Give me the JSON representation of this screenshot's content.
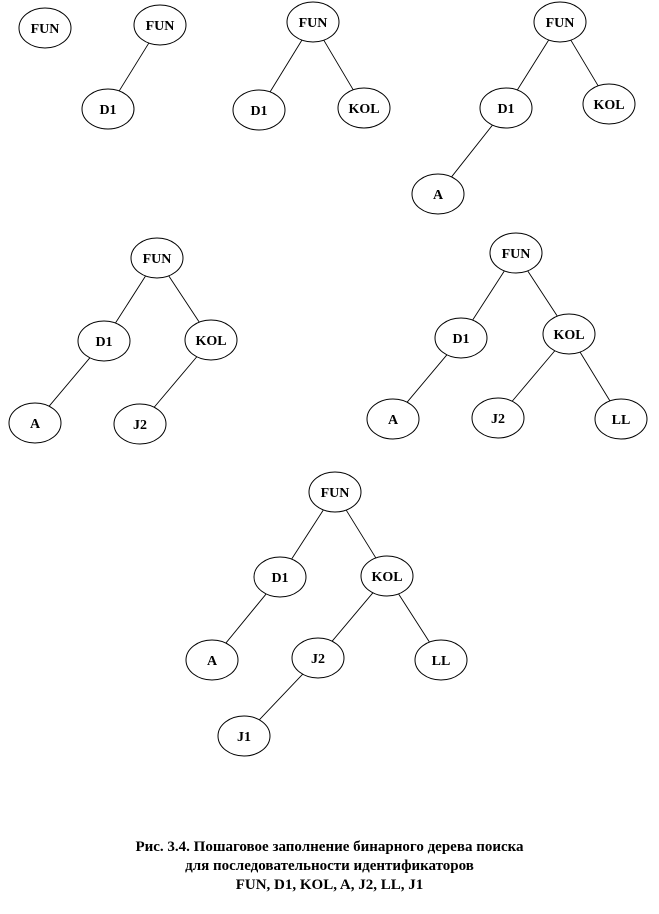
{
  "trees": [
    {
      "nodes": [
        {
          "id": "FUN",
          "label": "FUN"
        }
      ],
      "edges": []
    },
    {
      "nodes": [
        {
          "id": "FUN",
          "label": "FUN"
        },
        {
          "id": "D1",
          "label": "D1"
        }
      ],
      "edges": [
        [
          "FUN",
          "D1"
        ]
      ]
    },
    {
      "nodes": [
        {
          "id": "FUN",
          "label": "FUN"
        },
        {
          "id": "D1",
          "label": "D1"
        },
        {
          "id": "KOL",
          "label": "KOL"
        }
      ],
      "edges": [
        [
          "FUN",
          "D1"
        ],
        [
          "FUN",
          "KOL"
        ]
      ]
    },
    {
      "nodes": [
        {
          "id": "FUN",
          "label": "FUN"
        },
        {
          "id": "D1",
          "label": "D1"
        },
        {
          "id": "KOL",
          "label": "KOL"
        },
        {
          "id": "A",
          "label": "A"
        }
      ],
      "edges": [
        [
          "FUN",
          "D1"
        ],
        [
          "FUN",
          "KOL"
        ],
        [
          "D1",
          "A"
        ]
      ]
    },
    {
      "nodes": [
        {
          "id": "FUN",
          "label": "FUN"
        },
        {
          "id": "D1",
          "label": "D1"
        },
        {
          "id": "KOL",
          "label": "KOL"
        },
        {
          "id": "A",
          "label": "A"
        },
        {
          "id": "J2",
          "label": "J2"
        }
      ],
      "edges": [
        [
          "FUN",
          "D1"
        ],
        [
          "FUN",
          "KOL"
        ],
        [
          "D1",
          "A"
        ],
        [
          "KOL",
          "J2"
        ]
      ]
    },
    {
      "nodes": [
        {
          "id": "FUN",
          "label": "FUN"
        },
        {
          "id": "D1",
          "label": "D1"
        },
        {
          "id": "KOL",
          "label": "KOL"
        },
        {
          "id": "A",
          "label": "A"
        },
        {
          "id": "J2",
          "label": "J2"
        },
        {
          "id": "LL",
          "label": "LL"
        }
      ],
      "edges": [
        [
          "FUN",
          "D1"
        ],
        [
          "FUN",
          "KOL"
        ],
        [
          "D1",
          "A"
        ],
        [
          "KOL",
          "J2"
        ],
        [
          "KOL",
          "LL"
        ]
      ]
    },
    {
      "nodes": [
        {
          "id": "FUN",
          "label": "FUN"
        },
        {
          "id": "D1",
          "label": "D1"
        },
        {
          "id": "KOL",
          "label": "KOL"
        },
        {
          "id": "A",
          "label": "A"
        },
        {
          "id": "J2",
          "label": "J2"
        },
        {
          "id": "LL",
          "label": "LL"
        },
        {
          "id": "J1",
          "label": "J1"
        }
      ],
      "edges": [
        [
          "FUN",
          "D1"
        ],
        [
          "FUN",
          "KOL"
        ],
        [
          "D1",
          "A"
        ],
        [
          "KOL",
          "J2"
        ],
        [
          "KOL",
          "LL"
        ],
        [
          "J2",
          "J1"
        ]
      ]
    }
  ],
  "caption": {
    "line1": "Рис. 3.4. Пошаговое заполнение бинарного дерева поиска",
    "line2": "для последовательности идентификаторов",
    "line3": "FUN, D1, KOL, A, J2, LL, J1"
  }
}
